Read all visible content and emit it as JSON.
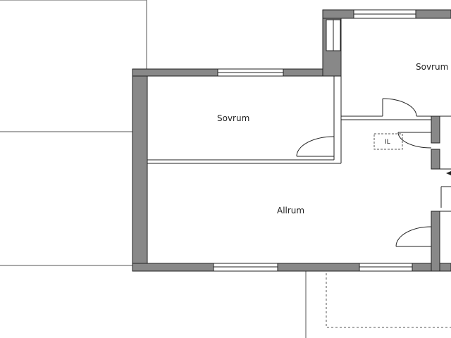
{
  "plan": {
    "rooms": [
      {
        "id": "sovrum-left",
        "label": "Sovrum"
      },
      {
        "id": "sovrum-right",
        "label": "Sovrum"
      },
      {
        "id": "allrum",
        "label": "Allrum"
      }
    ],
    "fixtures": [
      {
        "id": "installation",
        "label": "IL"
      }
    ]
  },
  "colors": {
    "wall": "#888888",
    "line": "#222222",
    "thin_line": "#555555",
    "window_fill": "#ffffff"
  }
}
